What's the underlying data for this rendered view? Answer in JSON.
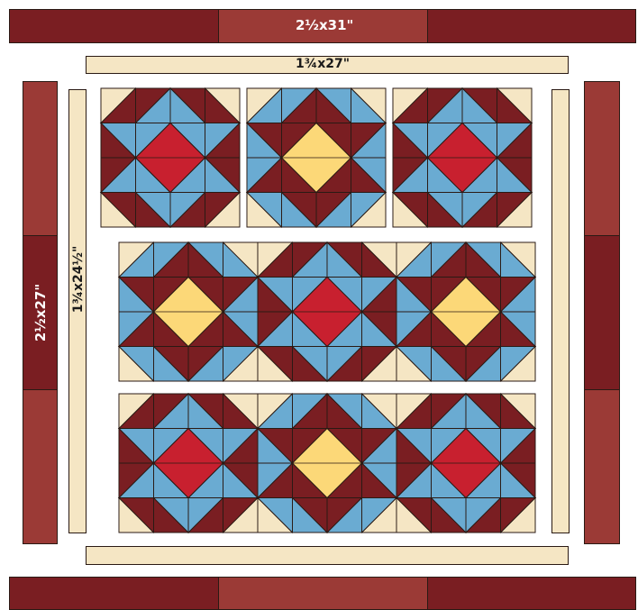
{
  "colors": {
    "dark_red": "#7a1e22",
    "medium_red": "#9b3a36",
    "cream": "#f5e6c4",
    "blue": "#6aabd2",
    "yellow": "#fcd878",
    "red": "#c8202f",
    "line": "#2a1a14"
  },
  "labels": {
    "top_border": "2½x31\"",
    "inner_top_border": "1¾x27\"",
    "left_border": "2½x27\"",
    "inner_left_border": "1¾x24½\""
  },
  "blocks": [
    {
      "row": 1,
      "col": 1,
      "frame": "dark_red",
      "center": "red"
    },
    {
      "row": 1,
      "col": 2,
      "frame": "blue",
      "center": "yellow"
    },
    {
      "row": 1,
      "col": 3,
      "frame": "dark_red",
      "center": "red"
    },
    {
      "row": 2,
      "col": 1,
      "frame": "blue",
      "center": "yellow"
    },
    {
      "row": 2,
      "col": 2,
      "frame": "dark_red",
      "center": "red"
    },
    {
      "row": 2,
      "col": 3,
      "frame": "blue",
      "center": "yellow"
    },
    {
      "row": 3,
      "col": 1,
      "frame": "dark_red",
      "center": "red"
    },
    {
      "row": 3,
      "col": 2,
      "frame": "blue",
      "center": "yellow"
    },
    {
      "row": 3,
      "col": 3,
      "frame": "dark_red",
      "center": "red"
    }
  ]
}
